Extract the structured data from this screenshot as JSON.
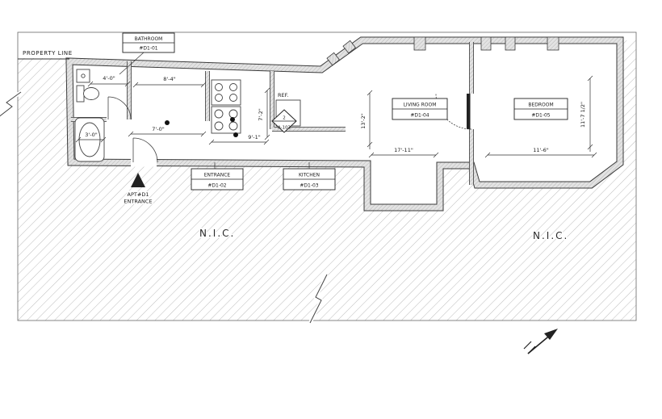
{
  "page": {
    "background": "#ffffff",
    "line_color": "#3a3a3a",
    "hatch_color": "#8f8f8f"
  },
  "labels": {
    "property_line": "PROPERTY LINE",
    "nic_left": "N.I.C.",
    "nic_right": "N.I.C.",
    "ref": "REF.",
    "apt_entrance_line1": "APT#D1",
    "apt_entrance_line2": "ENTRANCE"
  },
  "rooms": [
    {
      "name": "BATHROOM",
      "number": "#D1-01"
    },
    {
      "name": "ENTRANCE",
      "number": "#D1-02"
    },
    {
      "name": "KITCHEN",
      "number": "#D1-03"
    },
    {
      "name": "LIVING ROOM",
      "number": "#D1-04"
    },
    {
      "name": "BEDROOM",
      "number": "#D1-05"
    }
  ],
  "dimensions": {
    "bathroom_width": "4'-0\"",
    "hall_top": "8'-4\"",
    "hall_width": "7'-0\"",
    "tub_room_width": "3'-0\"",
    "kitchen_depth": "7'-2\"",
    "kitchen_width": "9'-1\"",
    "living_room_depth": "13'-2\"",
    "living_room_width": "17'-11\"",
    "bedroom_width": "11'-6\"",
    "bedroom_depth": "11'-7 1/2\""
  },
  "section_marker": {
    "number": "2",
    "sheet": "A-103"
  }
}
